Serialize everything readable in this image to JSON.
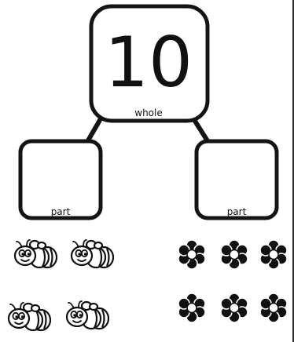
{
  "whole": {
    "value": "10",
    "label": "whole"
  },
  "parts": [
    {
      "label": "part"
    },
    {
      "label": "part"
    }
  ],
  "counters": {
    "bees": {
      "icon": "bee-icon",
      "count": 4
    },
    "flowers": {
      "icon": "flower-icon",
      "count": 6
    }
  }
}
